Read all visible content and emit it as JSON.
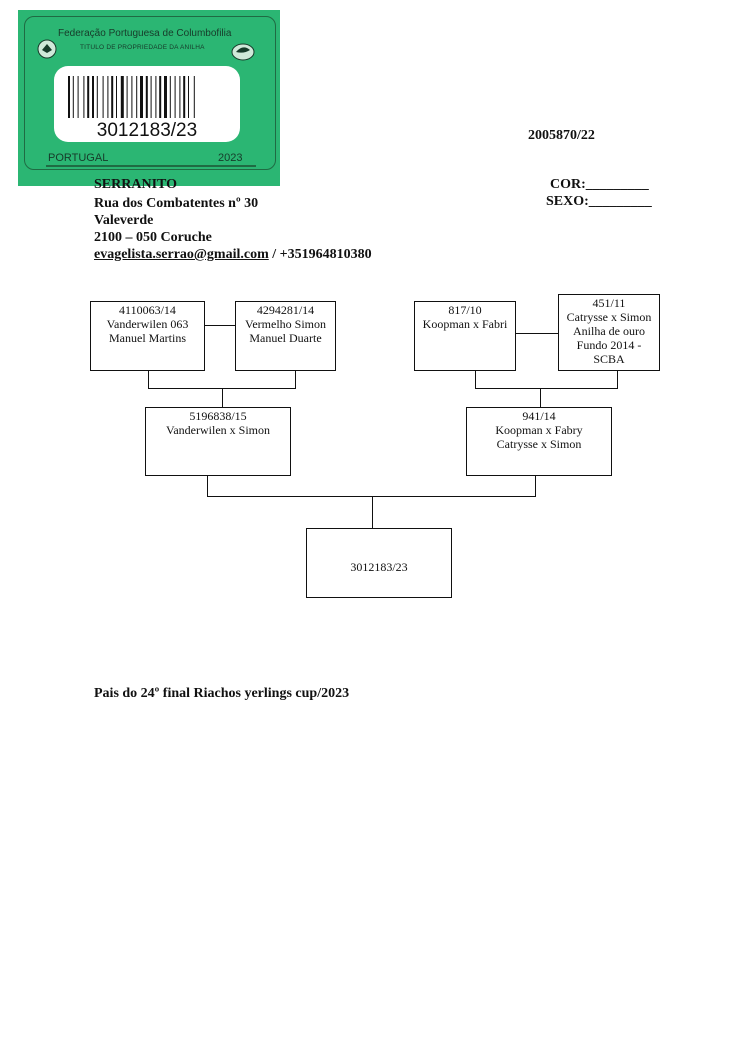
{
  "ring_card": {
    "federation": "Federação Portuguesa de Columbofilia",
    "subtitle": "TITULO DE PROPRIEDADE DA ANILHA",
    "ring_number": "3012183/23",
    "country": "PORTUGAL",
    "year": "2023",
    "colors": {
      "card": "#2bb673",
      "border": "#1f6b43"
    }
  },
  "header": {
    "reference": "2005870/22",
    "cor_label": "COR:_________",
    "sexo_label": "SEXO:_________"
  },
  "owner": {
    "name": "SERRANITO",
    "street": "Rua dos Combatentes nº 30",
    "town": "Valeverde",
    "postal": "2100 – 050 Coruche",
    "email": "evagelista.serrao@gmail.com",
    "phone_suffix": " / +351964810380"
  },
  "pedigree": {
    "subject": "3012183/23",
    "sire": {
      "lines": [
        "5196838/15",
        "Vanderwilen x Simon"
      ]
    },
    "dam": {
      "lines": [
        "941/14",
        "Koopman x Fabry",
        "Catrysse x Simon"
      ]
    },
    "sire_sire": {
      "lines": [
        "4110063/14",
        "Vanderwilen 063",
        "Manuel Martins"
      ]
    },
    "sire_dam": {
      "lines": [
        "4294281/14",
        "Vermelho Simon",
        "Manuel Duarte"
      ]
    },
    "dam_sire": {
      "lines": [
        "817/10",
        "Koopman x Fabri"
      ]
    },
    "dam_dam": {
      "lines": [
        "451/11",
        "Catrysse x Simon",
        "Anilha de ouro",
        "Fundo 2014 -",
        "SCBA"
      ]
    }
  },
  "footer": {
    "note": "Pais do 24º final Riachos yerlings cup/2023"
  }
}
